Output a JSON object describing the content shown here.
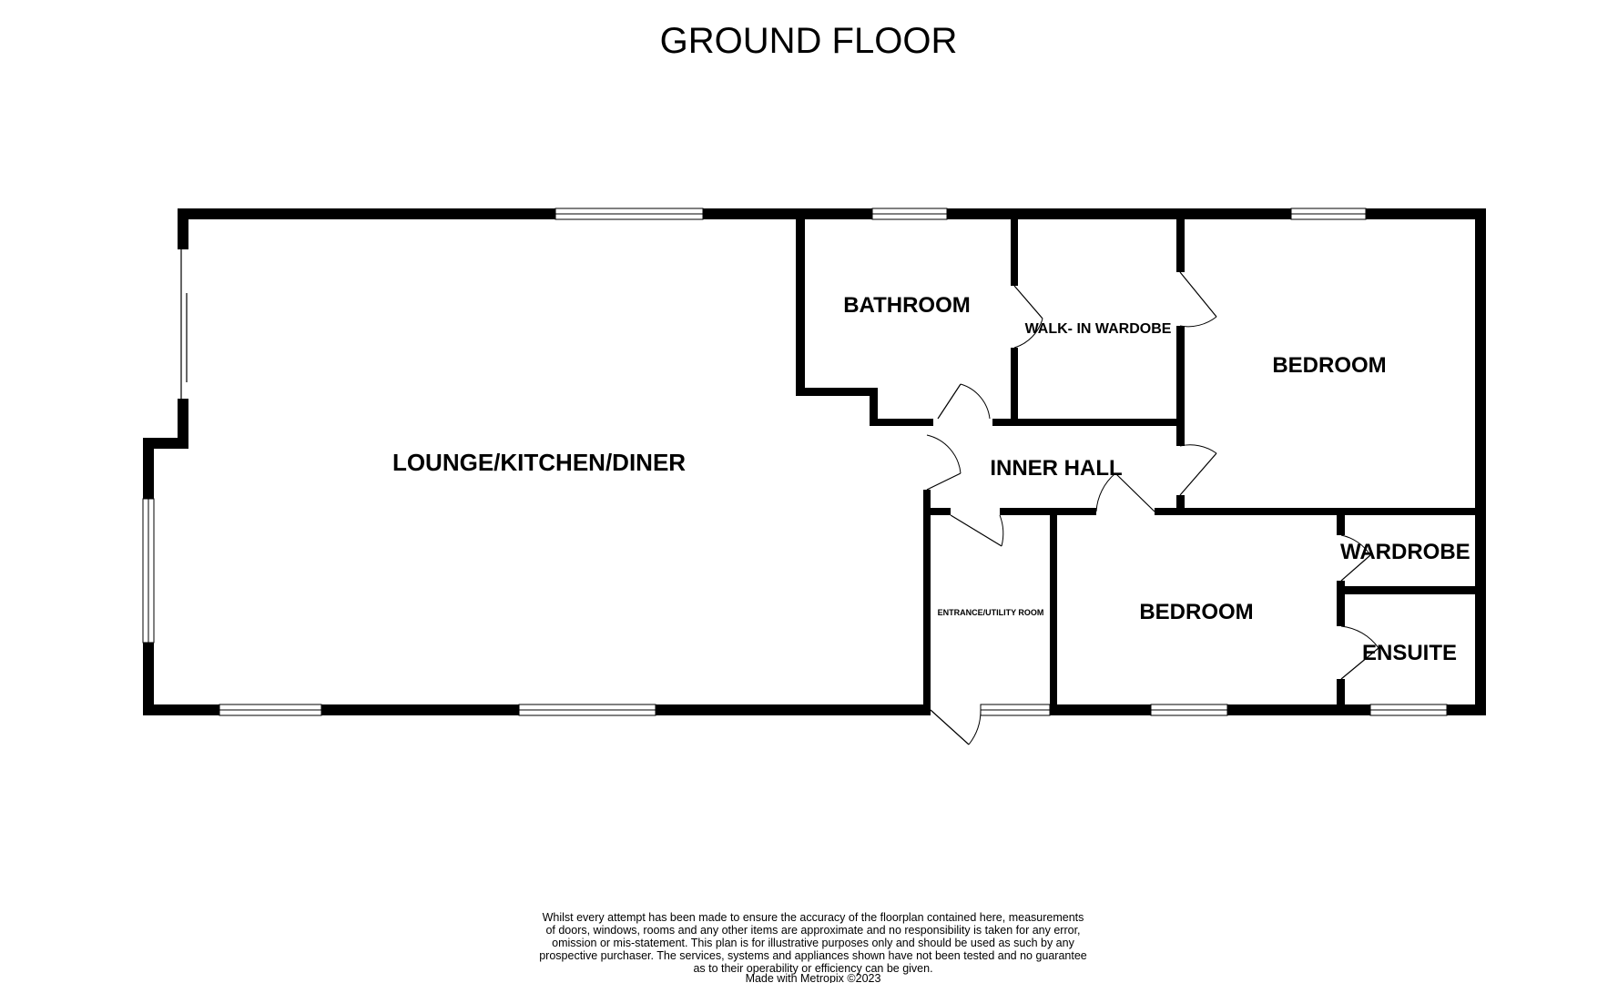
{
  "floor": {
    "title": "GROUND FLOOR"
  },
  "rooms": {
    "lounge": "LOUNGE/KITCHEN/DINER",
    "bathroom": "BATHROOM",
    "walk_in": "WALK- IN WARDOBE",
    "bedroom_main": "BEDROOM",
    "inner_hall": "INNER HALL",
    "entrance": "ENTRANCE/UTILITY ROOM",
    "bedroom_second": "BEDROOM",
    "wardrobe": "WARDROBE",
    "ensuite": "ENSUITE"
  },
  "disclaimer": {
    "line1": "Whilst every attempt has been made to ensure the accuracy of the floorplan contained here, measurements",
    "line2": "of doors, windows, rooms and any other items are approximate and no responsibility is taken for any error,",
    "line3": "omission or mis-statement. This plan is for illustrative purposes only and should be used as such by any",
    "line4": "prospective purchaser. The services, systems and appliances shown have not been tested and no guarantee",
    "line5": "as to their operability or efficiency can be given.",
    "credit": "Made with Metropix ©2023"
  },
  "colors": {
    "wall": "#000000",
    "background": "#ffffff"
  }
}
